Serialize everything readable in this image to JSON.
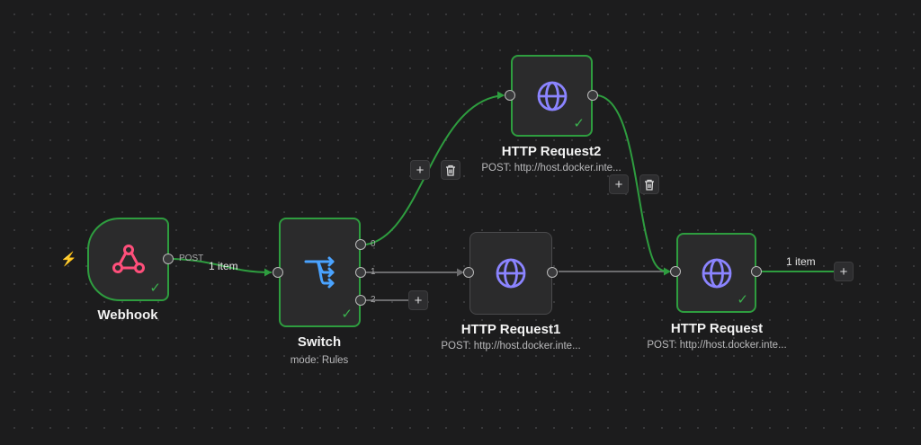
{
  "canvas": {
    "edge_labels": {
      "webhook_out": "1 item",
      "final_out": "1 item"
    },
    "webhook_port_label": "POST",
    "switch_ports": [
      "0",
      "1",
      "2"
    ]
  },
  "nodes": {
    "webhook": {
      "title": "Webhook",
      "status": "success",
      "icon": "webhook-icon"
    },
    "switch": {
      "title": "Switch",
      "subtitle": "mode: Rules",
      "status": "success",
      "icon": "switch-route-icon"
    },
    "http_request2": {
      "title": "HTTP Request2",
      "subtitle": "POST: http://host.docker.inte...",
      "status": "success",
      "icon": "globe-icon"
    },
    "http_request1": {
      "title": "HTTP Request1",
      "subtitle": "POST: http://host.docker.inte...",
      "status": "idle",
      "icon": "globe-icon"
    },
    "http_request": {
      "title": "HTTP Request",
      "subtitle": "POST: http://host.docker.inte...",
      "status": "success",
      "icon": "globe-icon"
    }
  },
  "controls": {
    "add_symbol": "+",
    "delete_icon": "trash-icon"
  },
  "colors": {
    "background": "#1c1c1d",
    "node_bg": "#2b2b2c",
    "success": "#2e9d3f",
    "webhook_icon": "#ff4f7b",
    "switch_icon": "#4aa3ff",
    "globe_icon": "#8b84ff",
    "trigger_bolt": "#ff6d2c"
  }
}
